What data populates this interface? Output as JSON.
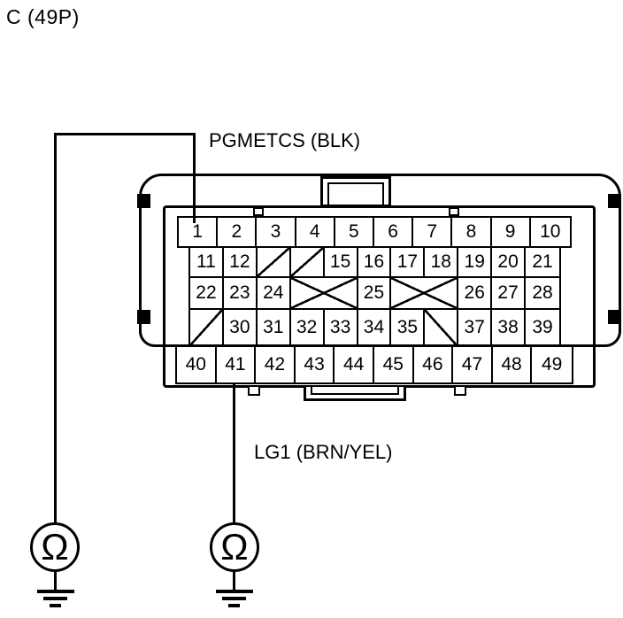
{
  "title": "C (49P)",
  "wires": [
    {
      "pin": "1",
      "label": "PGMETCS (BLK)"
    },
    {
      "pin": "41",
      "label": "LG1 (BRN/YEL)"
    }
  ],
  "meters": [
    {
      "symbol": "Ω"
    },
    {
      "symbol": "Ω"
    }
  ],
  "connector": {
    "rows": [
      {
        "cells": [
          {
            "n": "1"
          },
          {
            "n": "2"
          },
          {
            "n": "3"
          },
          {
            "n": "4"
          },
          {
            "n": "5"
          },
          {
            "n": "6"
          },
          {
            "n": "7"
          },
          {
            "n": "8"
          },
          {
            "n": "9"
          },
          {
            "n": "10"
          }
        ]
      },
      {
        "cells": [
          {
            "n": "11"
          },
          {
            "n": "12"
          },
          {
            "t": "slash"
          },
          {
            "t": "slash"
          },
          {
            "n": "15"
          },
          {
            "n": "16"
          },
          {
            "n": "17"
          },
          {
            "n": "18"
          },
          {
            "n": "19"
          },
          {
            "n": "20"
          },
          {
            "n": "21"
          }
        ]
      },
      {
        "cells": [
          {
            "n": "22"
          },
          {
            "n": "23"
          },
          {
            "n": "24"
          },
          {
            "t": "x",
            "span": 2
          },
          {
            "n": "25"
          },
          {
            "t": "x",
            "span": 2
          },
          {
            "n": "26"
          },
          {
            "n": "27"
          },
          {
            "n": "28"
          }
        ]
      },
      {
        "cells": [
          {
            "t": "slash"
          },
          {
            "n": "30"
          },
          {
            "n": "31"
          },
          {
            "n": "32"
          },
          {
            "n": "33"
          },
          {
            "n": "34"
          },
          {
            "n": "35"
          },
          {
            "t": "backslash"
          },
          {
            "n": "37"
          },
          {
            "n": "38"
          },
          {
            "n": "39"
          }
        ]
      },
      {
        "cells": [
          {
            "n": "40"
          },
          {
            "n": "41"
          },
          {
            "n": "42"
          },
          {
            "n": "43"
          },
          {
            "n": "44"
          },
          {
            "n": "45"
          },
          {
            "n": "46"
          },
          {
            "n": "47"
          },
          {
            "n": "48"
          },
          {
            "n": "49"
          }
        ]
      }
    ]
  },
  "colors": {
    "ink": "#000000",
    "background": "#ffffff"
  }
}
